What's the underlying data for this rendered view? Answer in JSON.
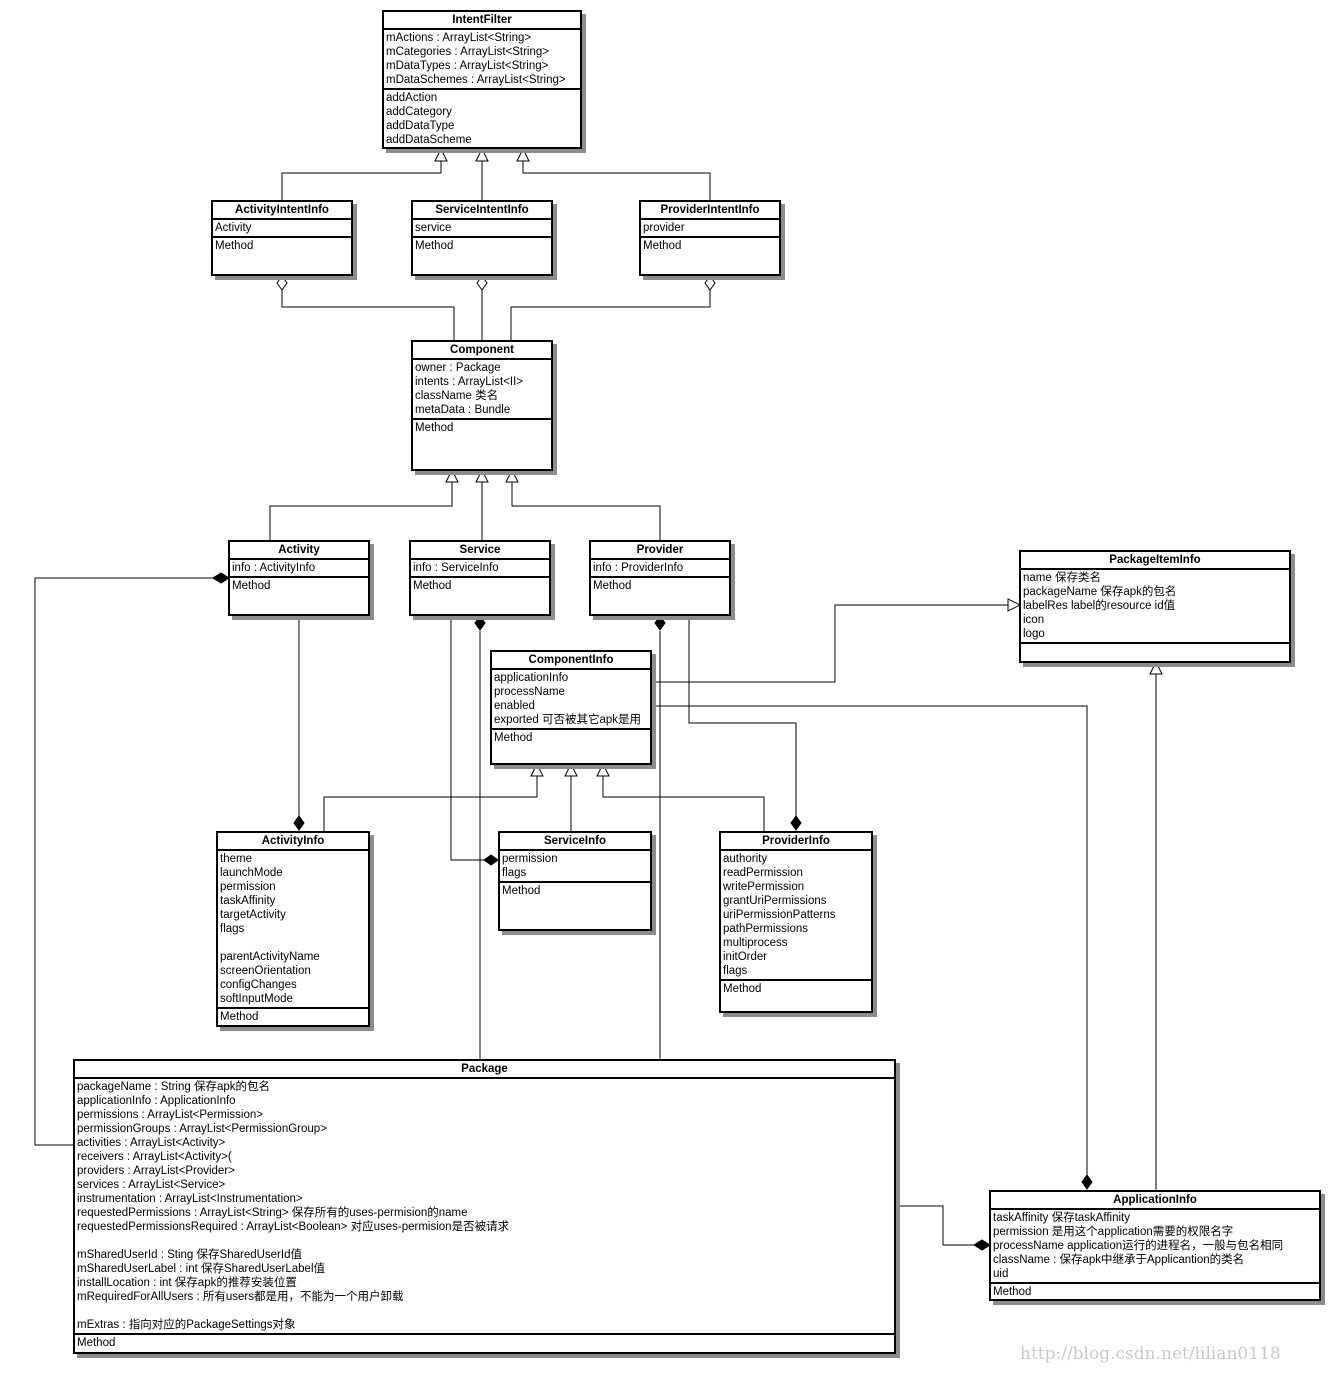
{
  "classes": {
    "intentFilter": {
      "name": "IntentFilter",
      "attrs": [
        "mActions : ArrayList<String>",
        "mCategories : ArrayList<String>",
        "mDataTypes : ArrayList<String>",
        "mDataSchemes : ArrayList<String>"
      ],
      "methods": [
        "addAction",
        "addCategory",
        "addDataType",
        "addDataScheme"
      ]
    },
    "activityIntentInfo": {
      "name": "ActivityIntentInfo",
      "attrs": [
        "Activity"
      ],
      "methods": [
        "Method"
      ]
    },
    "serviceIntentInfo": {
      "name": "ServiceIntentInfo",
      "attrs": [
        "service"
      ],
      "methods": [
        "Method"
      ]
    },
    "providerIntentInfo": {
      "name": "ProviderIntentInfo",
      "attrs": [
        "provider"
      ],
      "methods": [
        "Method"
      ]
    },
    "component": {
      "name": "Component",
      "attrs": [
        "owner : Package",
        "intents : ArrayList<II>",
        "className  类名",
        "metaData : Bundle"
      ],
      "methods": [
        "Method"
      ]
    },
    "activity": {
      "name": "Activity",
      "attrs": [
        "info : ActivityInfo"
      ],
      "methods": [
        "Method"
      ]
    },
    "service": {
      "name": "Service",
      "attrs": [
        "info : ServiceInfo"
      ],
      "methods": [
        "Method"
      ]
    },
    "provider": {
      "name": "Provider",
      "attrs": [
        "info : ProviderInfo"
      ],
      "methods": [
        "Method"
      ]
    },
    "packageItemInfo": {
      "name": "PackageItemInfo",
      "attrs": [
        "name 保存类名",
        "packageName 保存apk的包名",
        "labelRes  label的resource id值",
        "icon",
        "logo"
      ],
      "methods": []
    },
    "componentInfo": {
      "name": "ComponentInfo",
      "attrs": [
        "applicationInfo",
        "processName",
        "enabled",
        "exported 可否被其它apk是用"
      ],
      "methods": [
        "Method"
      ]
    },
    "activityInfo": {
      "name": "ActivityInfo",
      "attrs": [
        "theme",
        "launchMode",
        "permission",
        "taskAffinity",
        "targetActivity",
        "flags",
        "",
        "parentActivityName",
        "screenOrientation",
        "configChanges",
        "softInputMode"
      ],
      "methods": [
        "Method"
      ]
    },
    "serviceInfo": {
      "name": "ServiceInfo",
      "attrs": [
        "permission",
        "flags"
      ],
      "methods": [
        "Method"
      ]
    },
    "providerInfo": {
      "name": "ProviderInfo",
      "attrs": [
        "authority",
        "readPermission",
        "writePermission",
        "grantUriPermissions",
        "uriPermissionPatterns",
        "pathPermissions",
        "multiprocess",
        "initOrder",
        "flags"
      ],
      "methods": [
        "Method"
      ]
    },
    "package": {
      "name": "Package",
      "attrs": [
        "packageName : String 保存apk的包名",
        "applicationInfo : ApplicationInfo",
        "permissions : ArrayList<Permission>",
        "permissionGroups : ArrayList<PermissionGroup>",
        "activities : ArrayList<Activity>",
        "receivers : ArrayList<Activity>(",
        "providers : ArrayList<Provider>",
        "services : ArrayList<Service>",
        "instrumentation : ArrayList<Instrumentation>",
        "requestedPermissions : ArrayList<String> 保存所有的uses-permision的name",
        "requestedPermissionsRequired : ArrayList<Boolean> 对应uses-permision是否被请求",
        "",
        "mSharedUserId : Sting 保存SharedUserId值",
        "mSharedUserLabel : int 保存SharedUserLabel值",
        "installLocation : int  保存apk的推荐安装位置",
        "mRequiredForAllUsers : 所有users都是用，不能为一个用户卸载",
        "",
        "mExtras : 指向对应的PackageSettings对象"
      ],
      "methods": [
        "Method"
      ]
    },
    "applicationInfo": {
      "name": "ApplicationInfo",
      "attrs": [
        "taskAffinity  保存taskAffinity",
        "permission  是用这个application需要的权限名字",
        "processName application运行的进程名，一般与包名相同",
        "className : 保存apk中继承于Applicantion的类名",
        "uid"
      ],
      "methods": [
        "Method"
      ]
    }
  },
  "watermark": "http://blog.csdn.net/lilian0118"
}
